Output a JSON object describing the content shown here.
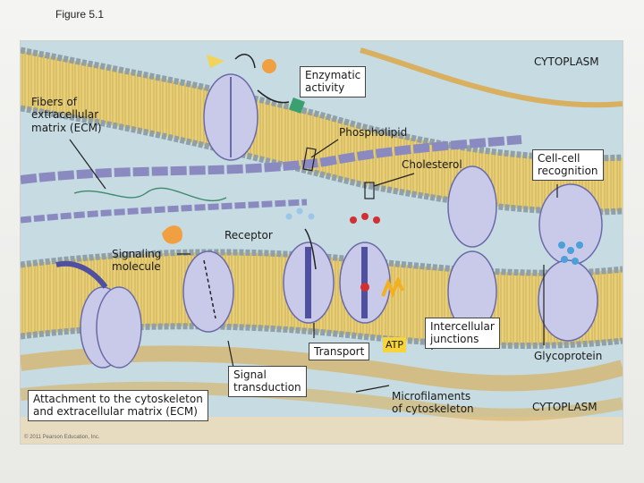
{
  "figure_title": "Figure 5.1",
  "labels": {
    "cytoplasm_top": "CYTOPLASM",
    "enzymatic_activity": "Enzymatic\nactivity",
    "fibers_ecm": "Fibers of\nextracellular\nmatrix (ECM)",
    "phospholipid": "Phospholipid",
    "cholesterol": "Cholesterol",
    "cell_cell_recognition": "Cell-cell\nrecognition",
    "receptor": "Receptor",
    "signaling_molecule": "Signaling\nmolecule",
    "transport": "Transport",
    "atp": "ATP",
    "intercellular_junctions": "Intercellular\njunctions",
    "glycoprotein": "Glycoprotein",
    "signal_transduction": "Signal\ntransduction",
    "attachment": "Attachment to the cytoskeleton\nand extracellular matrix (ECM)",
    "microfilaments": "Microfilaments\nof cytoskeleton",
    "cytoplasm_bottom": "CYTOPLASM"
  },
  "copyright": "© 2011 Pearson Education, Inc.",
  "colors": {
    "background": "#c6dbe2",
    "membrane_core": "#e8d07a",
    "lipid_head": "#8fa0a8",
    "protein": "#c9c9ea",
    "protein_edge": "#6a6aa8",
    "fiber": "#8a8ac0",
    "cytoskeleton": "#d8b060"
  }
}
